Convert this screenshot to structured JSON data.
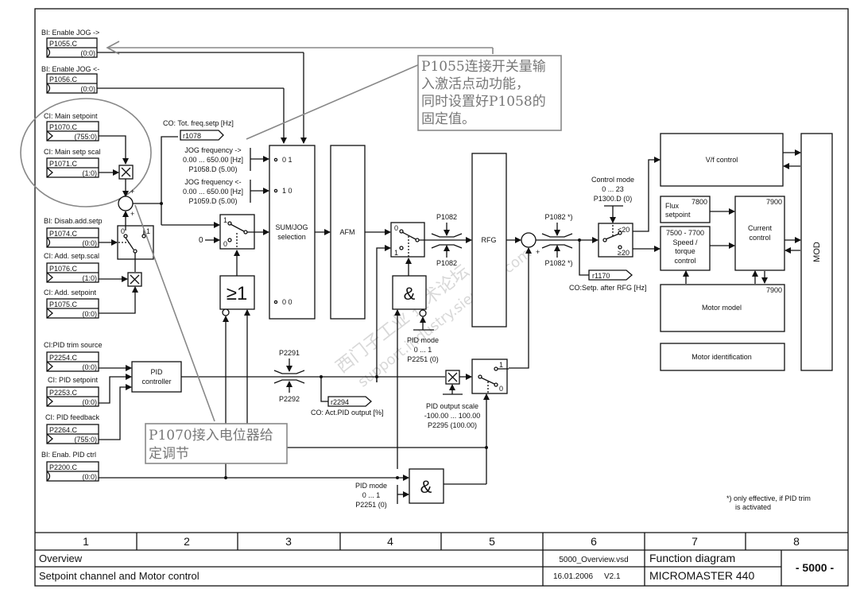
{
  "connectors": {
    "p1055": {
      "label": "BI: Enable JOG ->",
      "param": "P1055.C",
      "value": "(0:0)"
    },
    "p1056": {
      "label": "BI: Enable JOG <-",
      "param": "P1056.C",
      "value": "(0:0)"
    },
    "p1070": {
      "label": "CI: Main setpoint",
      "param": "P1070.C",
      "value": "(755:0)"
    },
    "p1071": {
      "label": "CI: Main setp scal",
      "param": "P1071.C",
      "value": "(1:0)"
    },
    "p1074": {
      "label": "BI: Disab.add.setp",
      "param": "P1074.C",
      "value": "(0:0)"
    },
    "p1076": {
      "label": "CI: Add. setp.scal",
      "param": "P1076.C",
      "value": "(1:0)"
    },
    "p1075": {
      "label": "CI: Add. setpoint",
      "param": "P1075.C",
      "value": "(0:0)"
    },
    "p2254": {
      "label": "CI:PID trim source",
      "param": "P2254.C",
      "value": "(0:0)"
    },
    "p2253": {
      "label": "CI: PID setpoint",
      "param": "P2253.C",
      "value": "(0:0)"
    },
    "p2264": {
      "label": "CI: PID feedback",
      "param": "P2264.C",
      "value": "(755:0)"
    },
    "p2200": {
      "label": "BI: Enab. PID ctrl",
      "param": "P2200.C",
      "value": "(0:0)"
    }
  },
  "outputs": {
    "r1078": {
      "label": "CO: Tot. freq.setp [Hz]",
      "param": "r1078"
    },
    "r1170": {
      "label": "CO:Setp. after RFG [Hz]",
      "param": "r1170"
    },
    "r2294": {
      "label": "CO: Act.PID output [%]",
      "param": "r2294"
    }
  },
  "jog": {
    "fwd": [
      "JOG frequency ->",
      "0.00 ... 650.00  [Hz]",
      "P1058.D (5.00)"
    ],
    "rev": [
      "JOG frequency <-",
      "0.00 ... 650.00  [Hz]",
      "P1059.D (5.00)"
    ],
    "codes": [
      "0  1",
      "1  0",
      "0  0"
    ]
  },
  "blocks": {
    "sumjog": [
      "SUM/JOG",
      "selection"
    ],
    "afm": "AFM",
    "rfg": "RFG",
    "or_gate": "≥1",
    "and_gate": "&",
    "pid": [
      "PID",
      "controller"
    ],
    "vf": "V/f control",
    "flux": [
      "Flux",
      "setpoint"
    ],
    "flux_num": "7800",
    "speed": [
      "7500 - 7700",
      "Speed /",
      "torque",
      "control"
    ],
    "current": [
      "Current",
      "control"
    ],
    "current_num": "7900",
    "motor_model": "Motor model",
    "motor_model_num": "7900",
    "motor_ident": "Motor identification",
    "mod": "MOD"
  },
  "params": {
    "p1082": "P1082",
    "p1082s": "P1082 *)",
    "p2291": "P2291",
    "p2292": "P2292",
    "control_mode": [
      "Control mode",
      "0 ... 23",
      "P1300.D (0)"
    ],
    "cm_lt": "<20",
    "cm_ge": "≥20",
    "pid_mode": [
      "PID mode",
      "0 ... 1",
      "P2251 (0)"
    ],
    "pid_scale": [
      "PID output scale",
      "-100.00 ... 100.00",
      "P2295 (100.00)"
    ],
    "zero": "0",
    "sw0": "0",
    "sw1": "1"
  },
  "annotations": {
    "note1": [
      "P1055连接开关量输",
      "入激活点动功能，",
      "同时设置好P1058的",
      "固定值。"
    ],
    "note2": [
      "P1070接入电位器给",
      "定调节"
    ],
    "footnote": [
      "*) only effective, if PID trim",
      "is activated"
    ],
    "watermark": [
      "西门子工业 技术论坛",
      "support.industry.siemens.com"
    ]
  },
  "footer": {
    "columns": [
      "1",
      "2",
      "3",
      "4",
      "5",
      "6",
      "7",
      "8"
    ],
    "title1": "Overview",
    "title2": "Setpoint channel and Motor control",
    "file": "5000_Overview.vsd",
    "date": "16.01.2006",
    "version": "V2.1",
    "type": "Function diagram",
    "product": "MICROMASTER 440",
    "sheet": "- 5000 -"
  }
}
